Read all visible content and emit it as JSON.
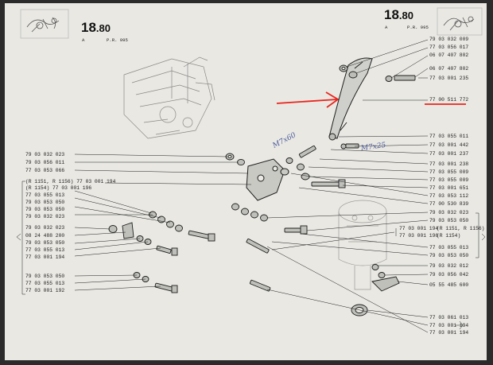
{
  "header_left": {
    "ref_main": "18",
    "ref_decimal": ".80",
    "letter": "A",
    "pr": "P.R. 995"
  },
  "header_right": {
    "ref_main": "18",
    "ref_decimal": ".80",
    "letter": "A",
    "pr": "P.R. 995"
  },
  "handwriting": {
    "left": "M7x60",
    "right": "M7x25"
  },
  "colors": {
    "paper": "#e9e8e3",
    "ink": "#1e1e1e",
    "highlight": "#e8261e"
  },
  "right_parts": [
    "79 03 032 009",
    "77 03 056 017",
    "06 07 407 802",
    "06 07 407 802",
    "77 03 001 235",
    "77 00 511 772",
    "77 03 055 011",
    "77 03 001 442",
    "77 03 001 237",
    "77 03 001 238",
    "77 03 055 009",
    "77 03 055 009",
    "77 03 001 651",
    "77 03 053 112",
    "77 00 530 839",
    "79 03 032 023",
    "79 03 053 050",
    "77 03 001 194",
    "(R 1151, R 1156)",
    "77 03 001 196",
    "(R 1154)",
    "77 03 055 013",
    "79 03 053 050",
    "79 03 032 012",
    "79 03 056 042",
    "05 55 485 600",
    "77 03 061 013",
    "77 03 001 194",
    "77 03 001 194"
  ],
  "left_parts": [
    "79 03 032 023",
    "79 03 056 011",
    "77 03 053 066",
    "(R 1151, R 1156) 77 03 001 194",
    "(R 1154) 77 03 001 196",
    "77 03 055 013",
    "79 03 053 050",
    "79 03 053 050",
    "79 03 032 023",
    "79 03 032 023",
    "08 24 488 200",
    "79 03 053 050",
    "77 03 055 013",
    "77 03 001 194",
    "79 03 053 050",
    "77 03 055 013",
    "77 03 001 192"
  ]
}
